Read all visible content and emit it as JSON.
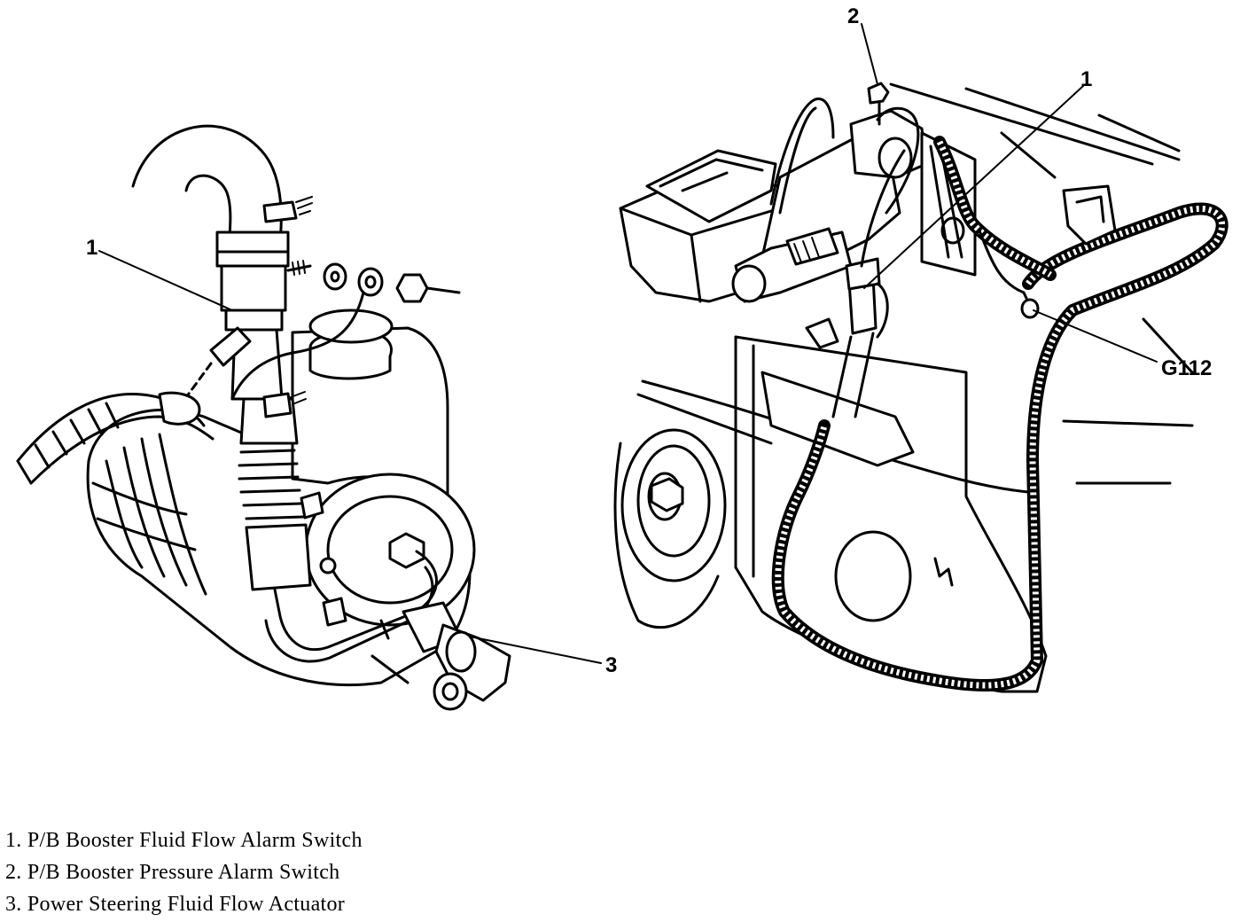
{
  "callouts": {
    "left_1": "1",
    "left_3": "3",
    "right_1": "1",
    "right_2": "2",
    "ground": "G112"
  },
  "legend": [
    {
      "text": "1. P/B Booster Fluid Flow Alarm Switch"
    },
    {
      "text": "2. P/B Booster Pressure Alarm Switch"
    },
    {
      "text": "3. Power Steering Fluid Flow Actuator"
    }
  ],
  "colors": {
    "ink": "#000000",
    "paper": "#ffffff"
  }
}
